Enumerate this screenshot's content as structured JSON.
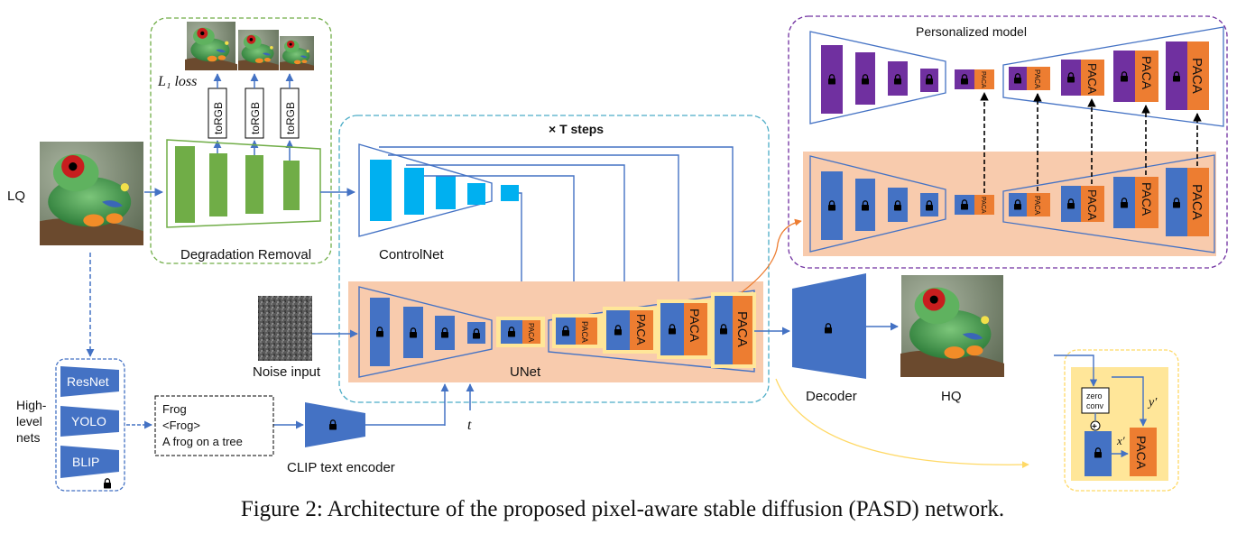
{
  "colors": {
    "blue": "#4472c4",
    "cyan": "#00b0f0",
    "green": "#70ad47",
    "purple": "#7030a0",
    "orange": "#ed7d31",
    "peach": "#f8cbad",
    "yellow": "#ffe699",
    "outline_green": "#70ad47",
    "outline_cyan": "#4bacc6",
    "outline_purple": "#7030a0",
    "outline_yellow": "#ffd966"
  },
  "labels": {
    "lq": "LQ",
    "hq": "HQ",
    "l1_loss": "L₁ loss",
    "torgb": "toRGB",
    "degradation_removal": "Degradation Removal",
    "controlnet": "ControlNet",
    "steps": "× T steps",
    "noise_input": "Noise input",
    "unet": "UNet",
    "decoder": "Decoder",
    "personalized_model": "Personalized model",
    "paca": "PACA",
    "clip_text_encoder": "CLIP text encoder",
    "t": "t",
    "high_level_line1": "High-",
    "high_level_line2": "level",
    "high_level_line3": "nets",
    "zero_conv_line1": "zero",
    "zero_conv_line2": "conv",
    "plus": "+",
    "x_prime": "x′",
    "y_prime": "y′"
  },
  "nets": [
    "ResNet",
    "YOLO",
    "BLIP"
  ],
  "text_prompts": [
    "Frog",
    "<Frog>",
    "A frog on a tree"
  ],
  "caption": "Figure 2: Architecture of the proposed pixel-aware stable diffusion (PASD) network.",
  "icons": {
    "lock": "lock-icon",
    "lq_image": "frog-image-icon",
    "noise": "noise-image-icon"
  }
}
